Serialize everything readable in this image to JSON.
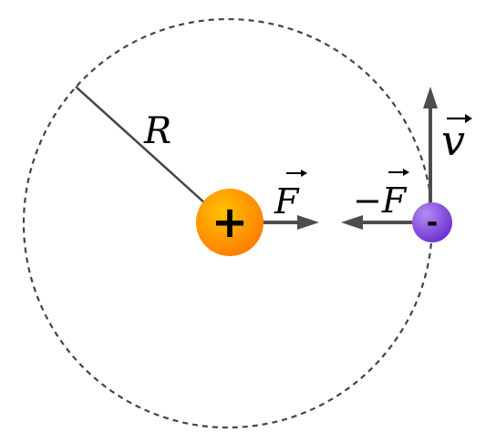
{
  "diagram": {
    "radius_label": "R",
    "force_label": "F",
    "reaction_force_label": "−F",
    "velocity_label": "v",
    "positive_charge_sign": "+",
    "negative_charge_sign": "-"
  },
  "colors": {
    "orbit": "#444444",
    "radius_line": "#444444",
    "arrow": "#4d4d4d",
    "positive_charge": "#ff9a00",
    "negative_charge": "#7a3fd6"
  },
  "icons": {
    "force_arrow": "arrow-right-icon",
    "reaction_arrow": "arrow-left-icon",
    "velocity_arrow": "arrow-up-icon"
  }
}
